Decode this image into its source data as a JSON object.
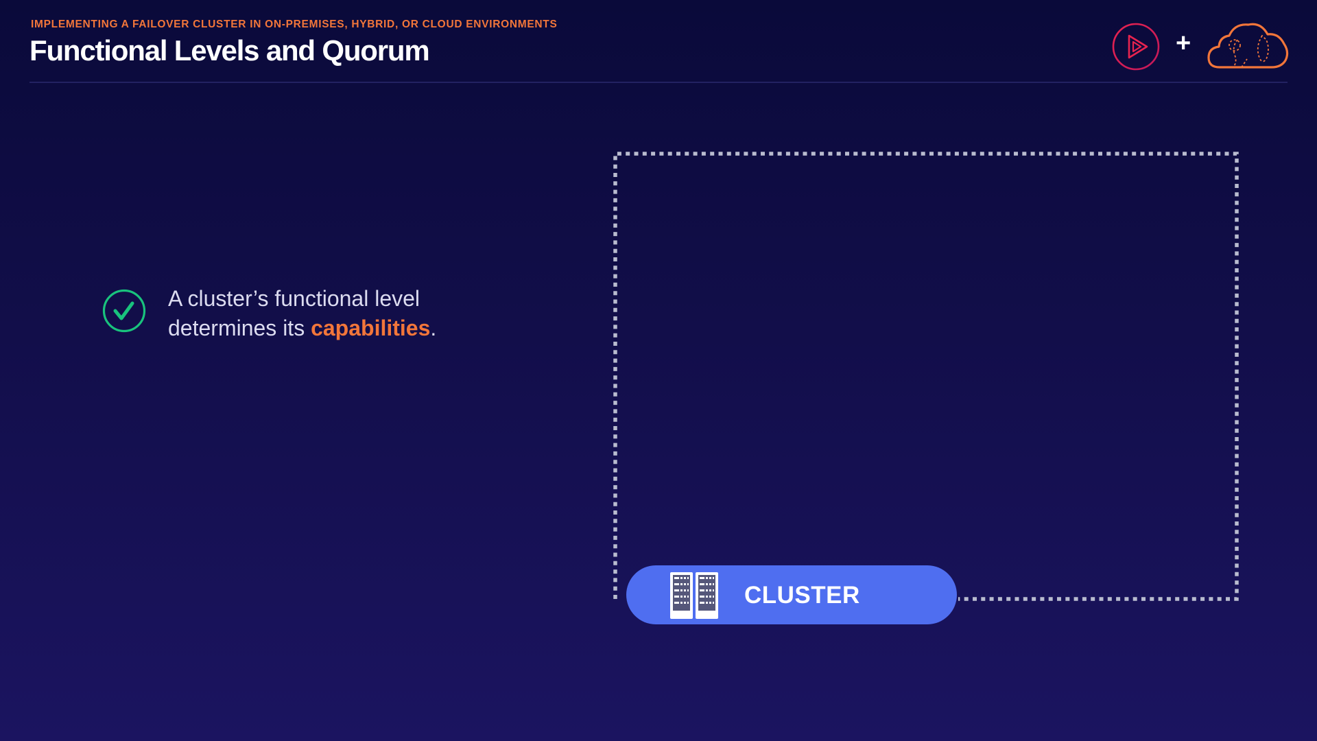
{
  "header": {
    "eyebrow": "IMPLEMENTING A FAILOVER CLUSTER IN ON-PREMISES, HYBRID, OR CLOUD ENVIRONMENTS",
    "title": "Functional Levels and Quorum",
    "logo_plus": "+"
  },
  "bullet": {
    "icon": "check-circle-icon",
    "line1": "A cluster’s functional level",
    "line2_prefix": "determines its ",
    "line2_highlight": "capabilities",
    "line2_suffix": "."
  },
  "diagram": {
    "cluster_label": "CLUSTER",
    "icon": "server-rack-icon"
  },
  "colors": {
    "accent_orange": "#f2763a",
    "check_green": "#19c37d",
    "pill_blue": "#4f6ef0",
    "logo_pink": "#e8234f"
  }
}
